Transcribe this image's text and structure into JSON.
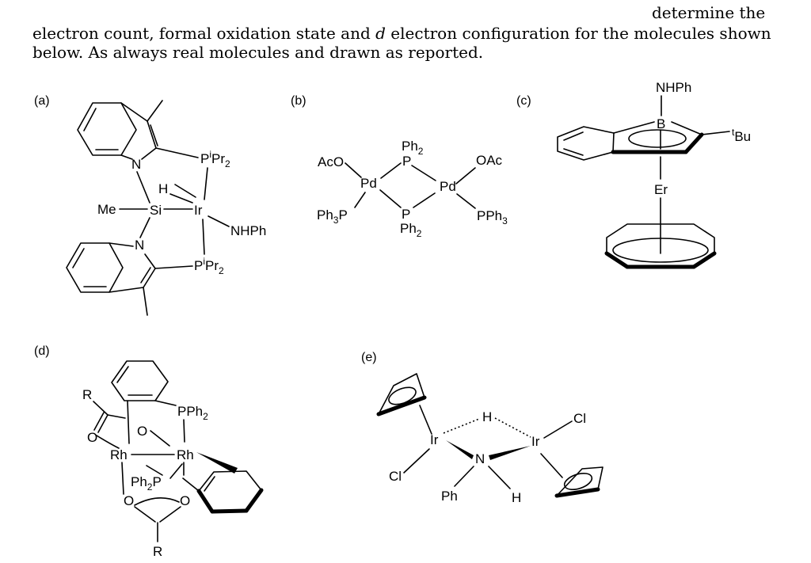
{
  "intro": {
    "line1": "determine the",
    "line2_pre": "electron count, formal oxidation state and ",
    "line2_d": "d",
    "line2_post": " electron configuration for the molecules shown",
    "line3": "below. As always real molecules and drawn as reported."
  },
  "panels": {
    "a": {
      "label": "(a)",
      "atoms": {
        "n1": "N",
        "n2": "N",
        "h": "H",
        "si": "Si",
        "me": "Me",
        "ir": "Ir",
        "nhph": "NHPh",
        "p1": "P",
        "p1_sup": "i",
        "p1_rest": "Pr",
        "p1_sub": "2",
        "p2": "P",
        "p2_sup": "i",
        "p2_rest": "Pr",
        "p2_sub": "2"
      }
    },
    "b": {
      "label": "(b)",
      "atoms": {
        "ph2_top": "Ph",
        "ph2_top_sub": "2",
        "p_top": "P",
        "aco": "AcO",
        "oac": "OAc",
        "pd1": "Pd",
        "pd2": "Pd",
        "ph3p": "Ph",
        "ph3p_sub": "3",
        "ph3p_p": "P",
        "pph3": "PPh",
        "pph3_sub": "3",
        "p_bot": "P",
        "ph2_bot": "Ph",
        "ph2_bot_sub": "2"
      }
    },
    "c": {
      "label": "(c)",
      "atoms": {
        "nhph": "NHPh",
        "b": "B",
        "tbu_sup": "t",
        "tbu": "Bu",
        "er": "Er"
      }
    },
    "d": {
      "label": "(d)",
      "atoms": {
        "r1": "R",
        "o1": "O",
        "o2": "O",
        "pph2": "PPh",
        "pph2_sub": "2",
        "rh1": "Rh",
        "rh2": "Rh",
        "ph2p": "Ph",
        "ph2p_sub": "2",
        "ph2p_p": "P",
        "o3": "O",
        "o4": "O",
        "r2": "R"
      }
    },
    "e": {
      "label": "(e)",
      "atoms": {
        "h": "H",
        "cl1": "Cl",
        "ir1": "Ir",
        "ir2": "Ir",
        "n": "N",
        "cl2": "Cl",
        "ph": "Ph",
        "h2": "H"
      }
    }
  }
}
